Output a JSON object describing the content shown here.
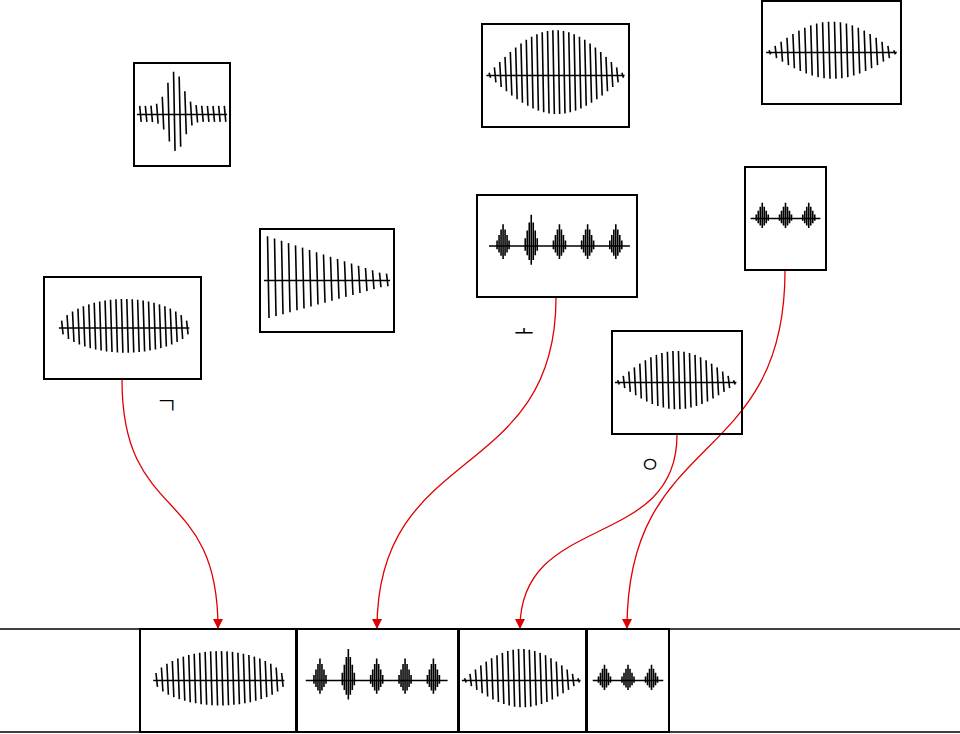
{
  "diagram": {
    "nodes": [
      {
        "text": [
          "ㄱ"
        ]
      },
      {
        "text": [
          "ㅗ"
        ]
      },
      {
        "text": [
          "ㅇ"
        ]
      },
      {
        "text": []
      },
      {
        "text": []
      },
      {
        "text": []
      },
      {
        "text": []
      },
      {
        "text": []
      }
    ],
    "edges": [
      {
        "from": 0,
        "to": 4,
        "arrow": "to"
      },
      {
        "from": 1,
        "to": 5,
        "arrow": "to"
      },
      {
        "from": 2,
        "to": 6,
        "arrow": "to"
      },
      {
        "from": 3,
        "to": 7,
        "arrow": "to"
      }
    ]
  }
}
